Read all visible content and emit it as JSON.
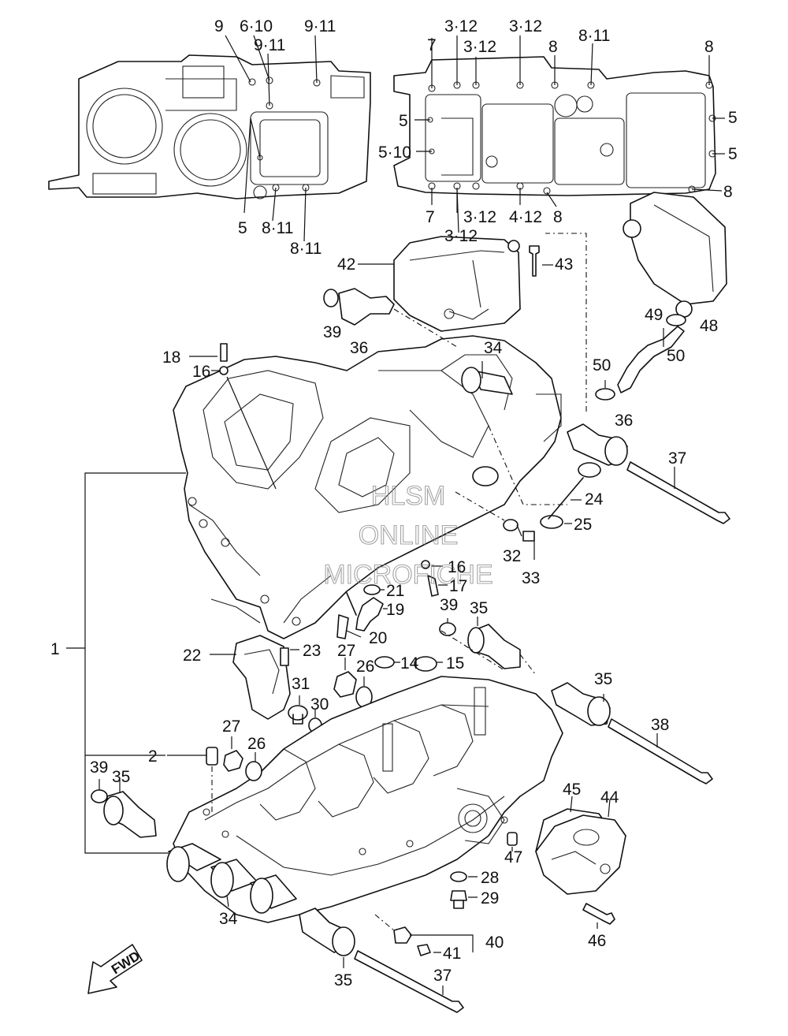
{
  "callouts": {
    "c01": "9",
    "c02": "6·10",
    "c03": "9·11",
    "c04": "9·11",
    "c05": "5",
    "c06": "8·11",
    "c07": "8·11",
    "c08": "3·12",
    "c09": "3·12",
    "c10": "3·12",
    "c11": "7",
    "c12": "8",
    "c13": "8·11",
    "c14": "8",
    "c15": "5",
    "c16": "5·10",
    "c17": "5",
    "c18": "5",
    "c19": "8",
    "c20": "7",
    "c21": "3·12",
    "c22": "4·12",
    "c23": "8",
    "c24": "3·12",
    "c25": "42",
    "c26": "43",
    "c27": "39",
    "c28": "36",
    "c29": "34",
    "c30": "18",
    "c31": "16",
    "c32": "49",
    "c33": "50",
    "c34": "50",
    "c35": "48",
    "c36": "36",
    "c37": "37",
    "c38": "24",
    "c39": "25",
    "c40": "32",
    "c41": "33",
    "c42": "16",
    "c43": "17",
    "c44": "21",
    "c45": "19",
    "c46": "20",
    "c47": "39",
    "c48": "35",
    "c49": "1",
    "c50": "22",
    "c51": "23",
    "c52": "27",
    "c53": "26",
    "c54": "14",
    "c55": "15",
    "c56": "31",
    "c57": "30",
    "c58": "35",
    "c59": "38",
    "c60": "27",
    "c61": "26",
    "c62": "2",
    "c63": "39",
    "c64": "35",
    "c65": "45",
    "c66": "44",
    "c67": "47",
    "c68": "28",
    "c69": "29",
    "c70": "46",
    "c71": "34",
    "c72": "40",
    "c73": "41",
    "c74": "35",
    "c75": "37"
  },
  "watermark": {
    "line1": "HLSM",
    "line2": "ONLINE",
    "line3": "MICROFICHE"
  },
  "fwd_label": "FWD"
}
